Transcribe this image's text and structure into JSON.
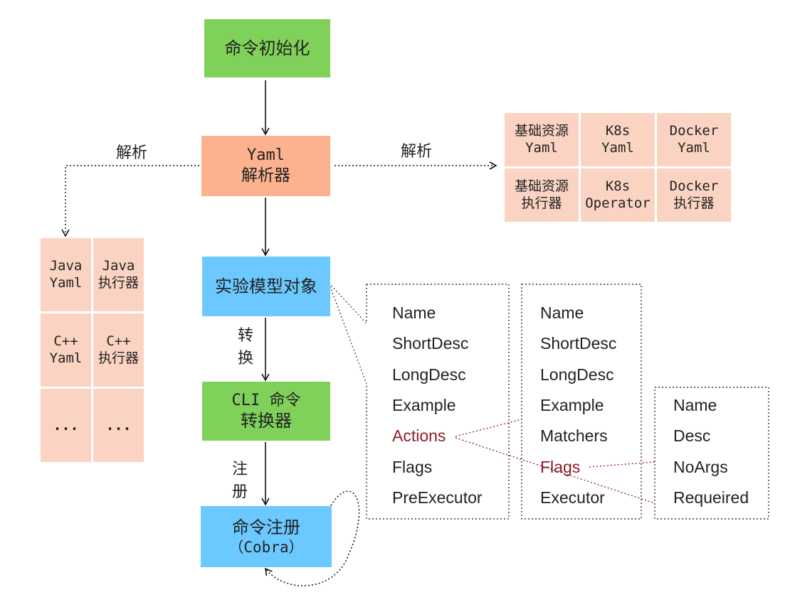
{
  "flow": {
    "init": "命令初始化",
    "yaml_line1": "Yaml",
    "yaml_line2": "解析器",
    "model": "实验模型对象",
    "cli_line1": "CLI 命令",
    "cli_line2": "转换器",
    "reg_line1": "命令注册",
    "reg_line2": "（Cobra）"
  },
  "edge_labels": {
    "parse_left": "解析",
    "parse_right": "解析",
    "convert_1": "转",
    "convert_2": "换",
    "register_1": "注",
    "register_2": "册"
  },
  "right_grid": [
    [
      "基础资源",
      "Yaml"
    ],
    [
      "K8s",
      "Yaml"
    ],
    [
      "Docker",
      "Yaml"
    ],
    [
      "基础资源",
      "执行器"
    ],
    [
      "K8s",
      "Operator"
    ],
    [
      "Docker",
      "执行器"
    ]
  ],
  "left_grid": [
    [
      "Java",
      "Yaml"
    ],
    [
      "Java",
      "执行器"
    ],
    [
      "C++",
      "Yaml"
    ],
    [
      "C++",
      "执行器"
    ],
    [
      "...",
      ""
    ],
    [
      "...",
      ""
    ]
  ],
  "list1": [
    "Name",
    "ShortDesc",
    "LongDesc",
    "Example",
    "Actions",
    "Flags",
    "PreExecutor"
  ],
  "list2": [
    "Name",
    "ShortDesc",
    "LongDesc",
    "Example",
    "Matchers",
    "Flags",
    "Executor"
  ],
  "list3": [
    "Name",
    "Desc",
    "NoArgs",
    "Requeired"
  ],
  "colors": {
    "green": "#7fd15a",
    "orange": "#fdb28f",
    "blue": "#6cc9ff",
    "cell": "#fbd3c2",
    "highlight": "#8b1c2a"
  }
}
